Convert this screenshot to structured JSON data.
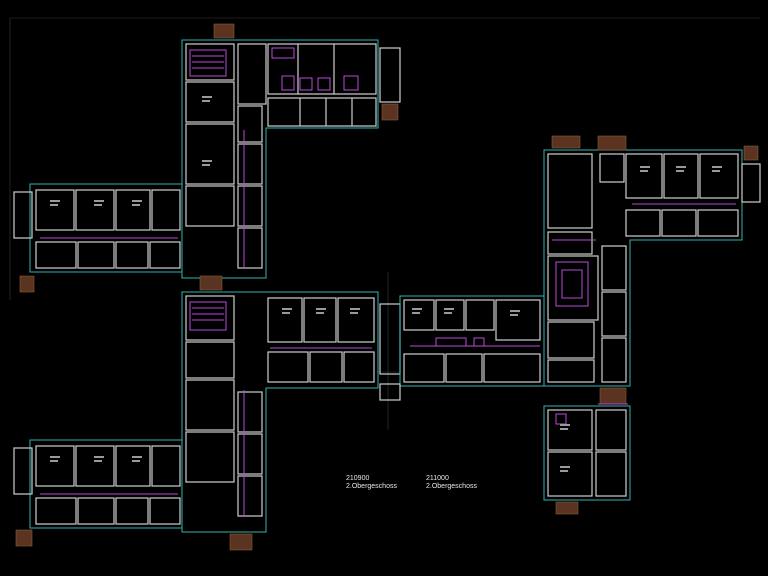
{
  "building_labels": [
    {
      "code": "210900",
      "floor": "2.Obergeschoss"
    },
    {
      "code": "211000",
      "floor": "2.Obergeschoss"
    }
  ],
  "colors": {
    "background": "#000000",
    "walls": "#d0d0d0",
    "outline": "#2fb4b4",
    "furniture": "#b84ad8",
    "stairs": "#6a3a22",
    "label": "#e8e8e8"
  }
}
